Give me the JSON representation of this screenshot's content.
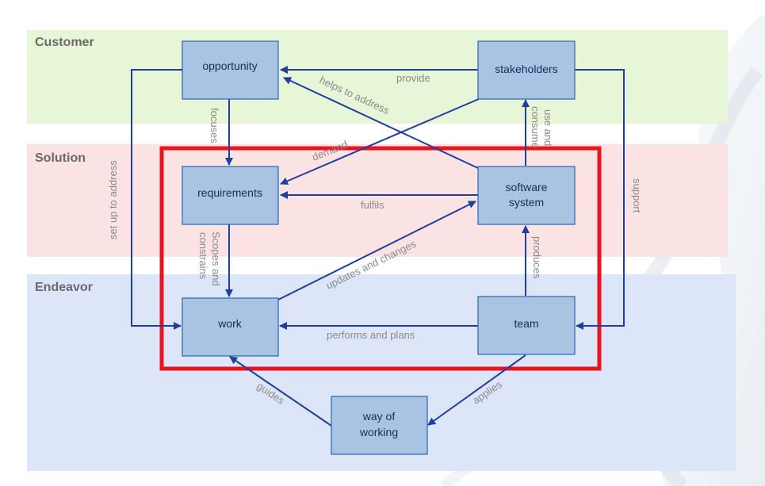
{
  "bands": {
    "customer": "Customer",
    "solution": "Solution",
    "endeavor": "Endeavor"
  },
  "nodes": {
    "opportunity": "opportunity",
    "stakeholders": "stakeholders",
    "requirements": "requirements",
    "software_system": [
      "software",
      "system"
    ],
    "work": "work",
    "team": "team",
    "way_of_working": [
      "way of",
      "working"
    ]
  },
  "edges": {
    "provide": "provide",
    "helps_to_address": "helps to address",
    "focuses": "focuses",
    "use_and_consume": [
      "use and",
      "consume"
    ],
    "demand": "demand",
    "set_up_to_address": "set up to address",
    "support": "support",
    "fulfils": "fulfils",
    "scopes_and_constrains": [
      "Scopes and",
      "constrains"
    ],
    "updates_and_changes": "updates and changes",
    "produces": "produces",
    "performs_and_plans": "performs and plans",
    "guides": "guides",
    "applies": "applies"
  },
  "colors": {
    "customer_band": "#e8f6d8",
    "solution_band": "#fbe3e3",
    "endeavor_band": "#dde6f8",
    "node_fill": "#a9c3e3",
    "arrow": "#1f3fa0",
    "highlight": "#e8141e"
  }
}
